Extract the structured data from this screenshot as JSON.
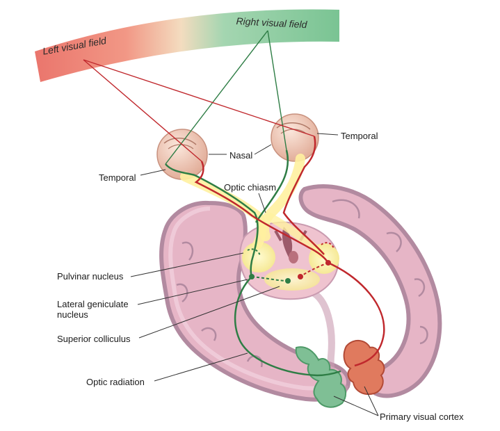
{
  "fields": {
    "left": "Left visual field",
    "right": "Right visual field"
  },
  "labels": {
    "temporal_right": "Temporal",
    "nasal": "Nasal",
    "temporal_left": "Temporal",
    "optic_chiasm": "Optic chiasm",
    "pulvinar_nucleus": "Pulvinar nucleus",
    "lateral_geniculate_nucleus": "Lateral geniculate nucleus",
    "superior_colliculus": "Superior colliculus",
    "optic_radiation": "Optic radiation",
    "primary_visual_cortex": "Primary visual cortex"
  },
  "colors": {
    "left_field": "#f08c78",
    "right_field": "#7fc79a",
    "left_pathway": "#c0282d",
    "right_pathway": "#2e7d45",
    "brain_fill": "#e6b5c6",
    "brain_edge": "#b28aa0",
    "thalamus": "#fff3a8",
    "eye_fill": "#f3d0c2"
  }
}
